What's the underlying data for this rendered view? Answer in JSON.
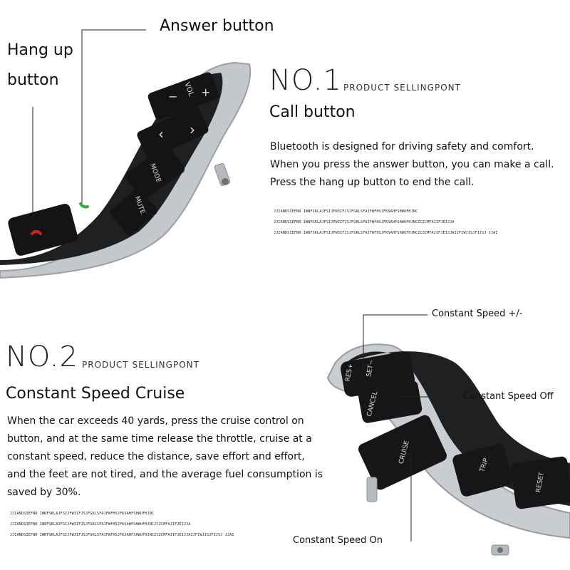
{
  "callouts": {
    "answer": "Answer button",
    "hangup_line1": "Hang up",
    "hangup_line2": "button",
    "speed_pm": "Constant Speed +/-",
    "speed_off": "Constant Speed Off",
    "speed_on": "Constant Speed On"
  },
  "section1": {
    "no": "NO.1",
    "tag": "PRODUCT SELLINGPONT",
    "title": "Call button",
    "lines": [
      "Bluetooth is designed for driving safety and comfort.",
      "When you press the answer button, you can make a call.",
      "Press the hang up button to end the call."
    ],
    "filler": [
      "JJIANDSIEFNR IWNFSKLAJFSIJFW3IFJSJFGKLSFAJFWFHSJFKSAHFSHWUFHJNC",
      "JJIANDSIEFNR IWNFSKLAJFSIJFW3IFJSJFGKLSFAJFWFHSJFKSAHFSHWUFHJNCZCZCMFAJIFJEIJJA",
      "JJIANDSIEFNR IWNFSKLAJFSIJFW3IFJSJFGKLSFAJFWFHSJFKSAHFSHWUFHJNCZCZCMFAJIFJEIJJAIJFIWJISJFIJSJ JJAI"
    ]
  },
  "section2": {
    "no": "NO.2",
    "tag": "PRODUCT SELLINGPONT",
    "title": "Constant Speed Cruise",
    "paragraph": "When the car exceeds 40 yards, press the cruise control on button, and at the same time release the throttle, cruise at a constant speed, reduce the distance, save effort and effort, and the feet are not tired, and the average fuel consumption is saved by 30%.",
    "filler": [
      "JJIANDSIEFNR IWNFSKLAJFSIJFW3IFJSJFGKLSFAJFWFHSJFKSAHFSHWUFHJNC",
      "JJIANDSIEFNR IWNFSKLAJFSIJFW3IFJSJFGKLSFAJFWFHSJFKSAHFSHWUFHJNCZCZCMFAJIFJEIJJA",
      "JJIANDSIEFNR IWNFSKLAJFSIJFW3IFJSJFGKLSFAJFWFHSJFKSAHFSHWUFHJNCZCZCMFAJIFJEIJJAIJFIWJISJFIJSJ JJAI"
    ]
  },
  "control1_buttons": {
    "vol": "VOL",
    "minus": "−",
    "plus": "+",
    "prev": "‹",
    "next": "›",
    "mode": "MODE",
    "mute": "MUTE"
  },
  "control2_buttons": {
    "res": "RES+",
    "set": "SET−",
    "cancel": "CANCEL",
    "cruise": "CRUISE",
    "trip": "TRIP",
    "reset": "RESET"
  },
  "colors": {
    "hangup": "#d0201f",
    "answer": "#2cae3a",
    "silver": "#c9ccd0",
    "button_black": "#1c1c1e"
  }
}
